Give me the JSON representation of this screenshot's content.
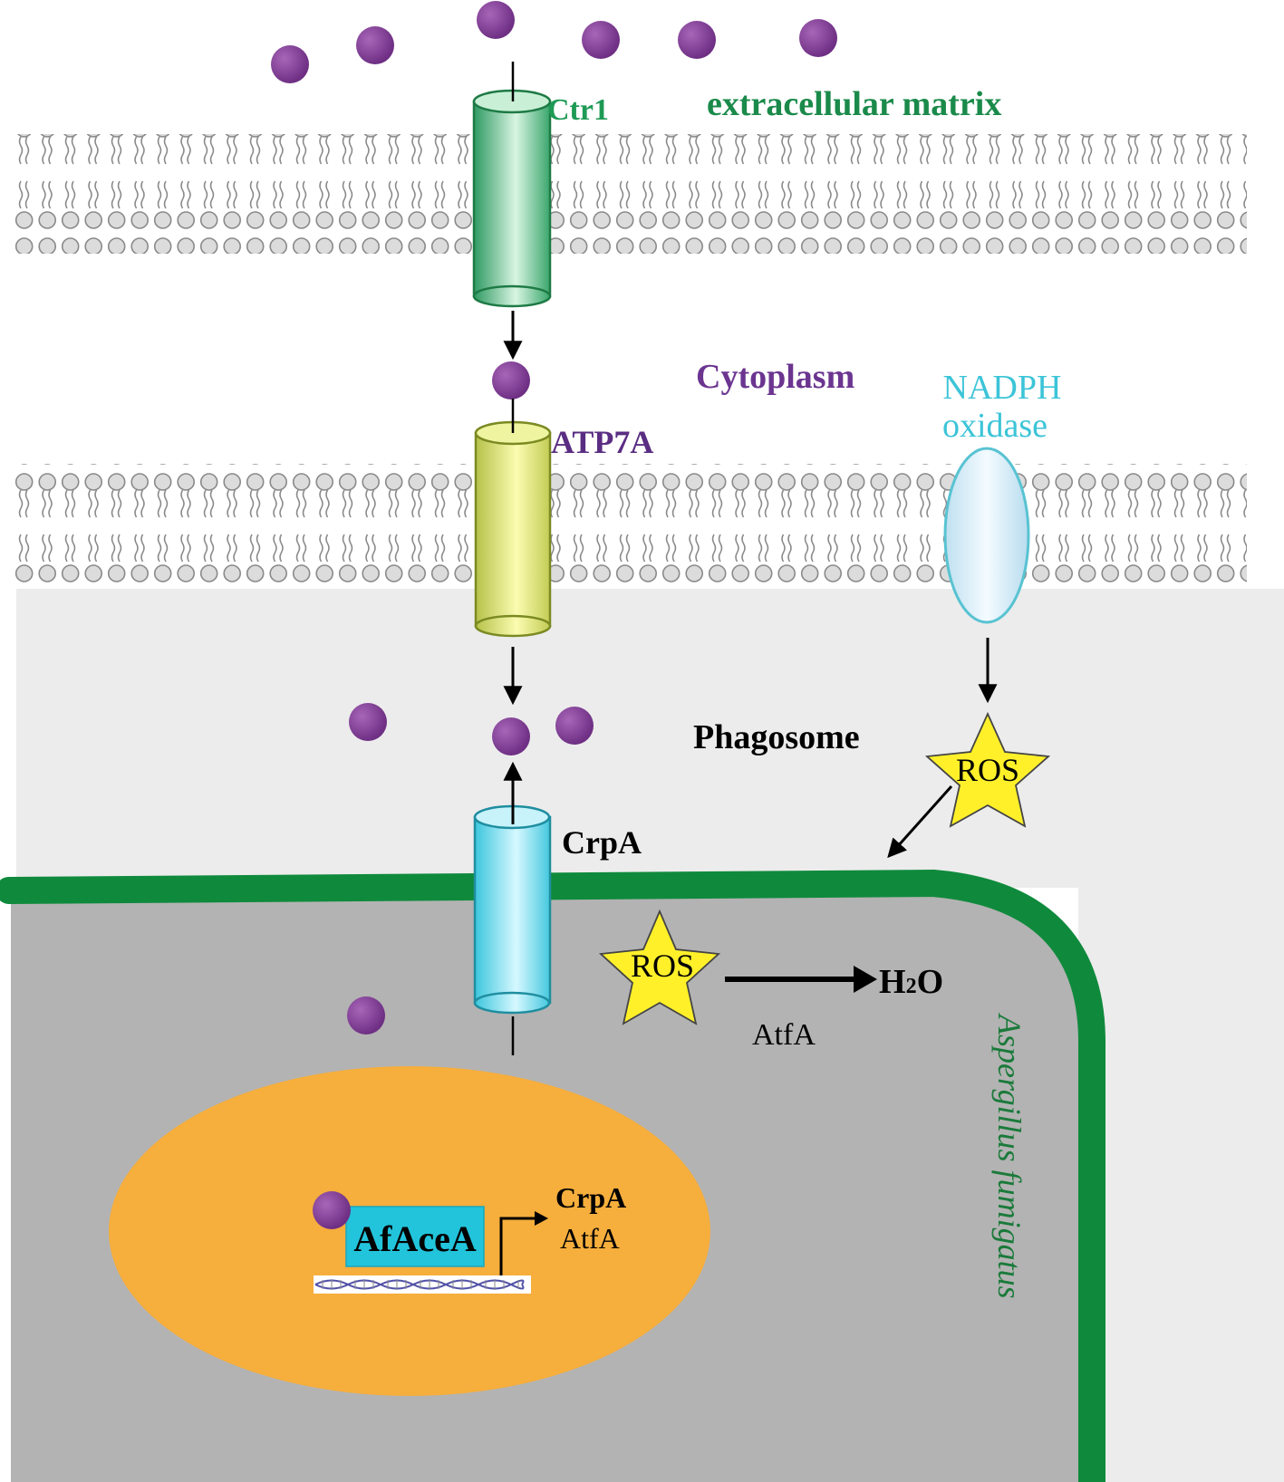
{
  "labels": {
    "extracellular": "extracellular matrix",
    "ctr1": "Ctr1",
    "cytoplasm": "Cytoplasm",
    "nadph_line1": "NADPH",
    "nadph_line2": "oxidase",
    "atp7a": "ATP7A",
    "phagosome": "Phagosome",
    "ros_outer": "ROS",
    "crpa_membrane": "CrpA",
    "ros_inner": "ROS",
    "h2o_h": "H",
    "h2o_sub": "2",
    "h2o_o": "O",
    "atfa_enzyme": "AtfA",
    "species": "Aspergillus fumigatus",
    "tf_box": "AfAceA",
    "target_crpa": "CrpA",
    "target_atfa": "AtfA"
  },
  "colors": {
    "copper_ion": "#7a3a8e",
    "ctr1": "#1e9a55",
    "extracellular_text": "#1a8a4a",
    "cytoplasm_text": "#6b3590",
    "atp7a_text": "#5a2d82",
    "nadph_text": "#3cc4d8",
    "cell_wall": "#0f8a3c",
    "fungal_cytoplasm": "#b3b3b3",
    "phagosome_bg": "#ececec",
    "nucleus": "#f6ae3c",
    "tf_box": "#22c4dc",
    "ros_star": "#fff02a",
    "species_text": "#1a7a3a"
  },
  "icons": {
    "copper_ion": "purple-sphere",
    "ros": "yellow-star",
    "dna": "double-helix"
  }
}
